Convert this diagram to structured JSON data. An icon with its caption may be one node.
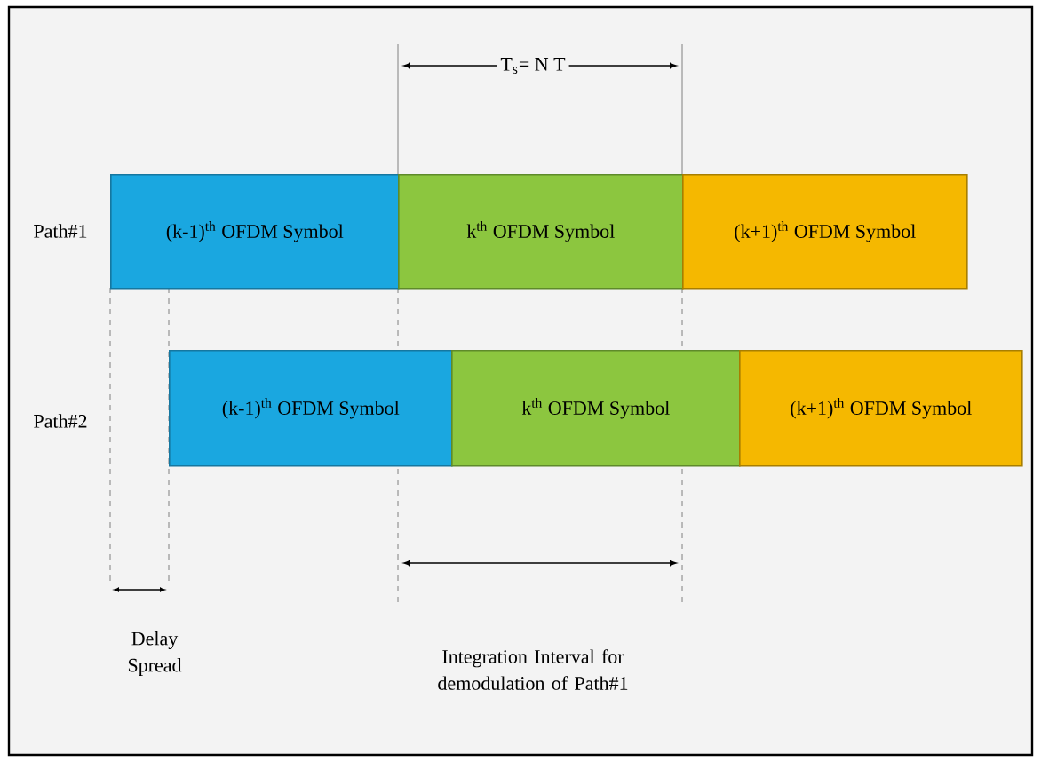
{
  "diagram": {
    "nodes": [
      {
        "text": [
          "(k-1)$^{th}$ OFDM Symbol"
        ]
      },
      {
        "text": [
          "k$^{th}$ OFDM Symbol"
        ]
      },
      {
        "text": [
          "(k+1)$^{th}$ OFDM Symbol"
        ]
      },
      {
        "text": [
          "(k-1)$^{th}$ OFDM Symbol"
        ]
      },
      {
        "text": [
          "k$^{th}$ OFDM Symbol"
        ]
      },
      {
        "text": [
          "(k+1)$^{th}$ OFDM Symbol"
        ]
      }
    ],
    "labels": [
      "T$_{s}$= N T",
      "Path#1",
      "Path#2",
      "Delay Spread",
      "Integration Interval for demodulation of Path#1"
    ]
  }
}
